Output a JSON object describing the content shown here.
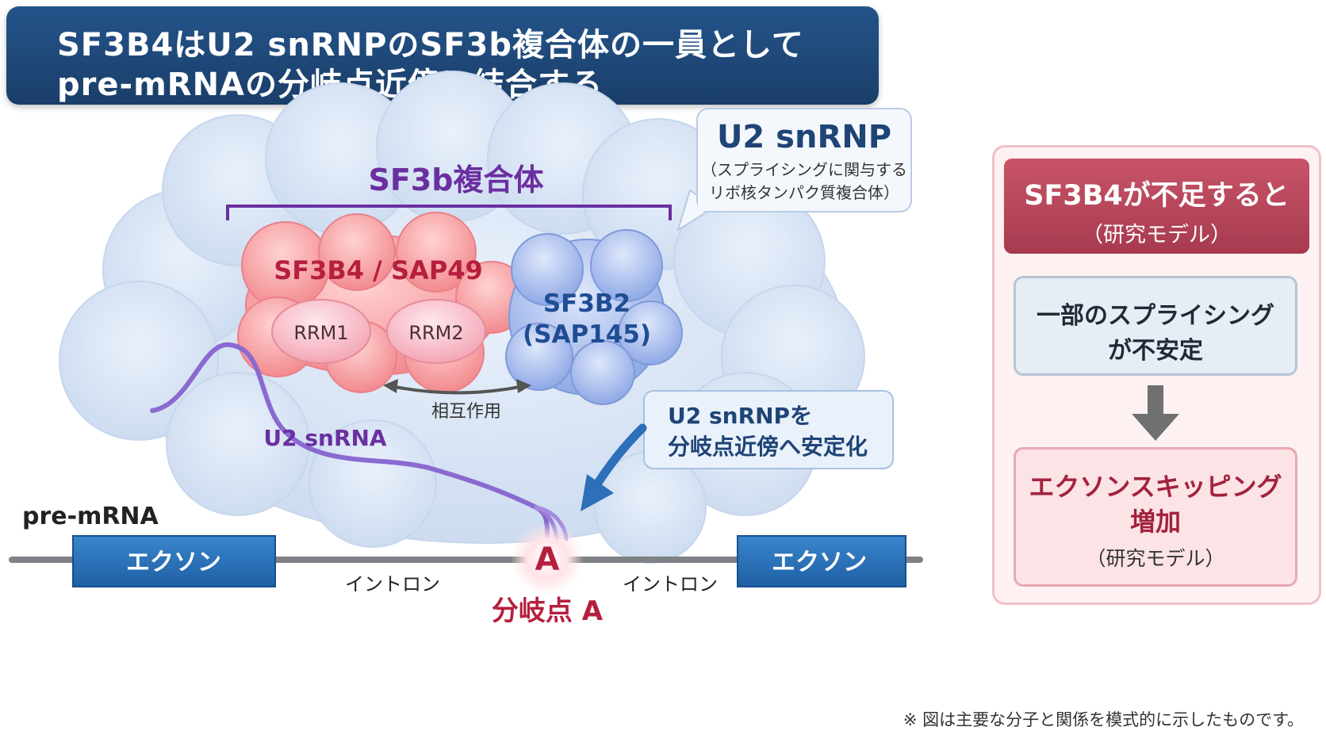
{
  "title": {
    "line1": "SF3B4はU2 snRNPのSF3b複合体の一員として",
    "line2": "pre-mRNAの分岐点近傍に結合する"
  },
  "diagram": {
    "u2_callout": {
      "title": "U2 snRNP",
      "sub1": "（スプライシングに関与する",
      "sub2": "リボ核タンパク質複合体）"
    },
    "sf3b_label": "SF3b複合体",
    "sf3b4": {
      "label": "SF3B4 / SAP49",
      "rrm1": "RRM1",
      "rrm2": "RRM2"
    },
    "sf3b2": {
      "line1": "SF3B2",
      "line2": "(SAP145)"
    },
    "interaction_label": "相互作用",
    "u2_snrna_label": "U2 snRNA",
    "stabilize_callout": {
      "line1": "U2 snRNPを",
      "line2": "分岐点近傍へ安定化"
    },
    "pre_mrna_label": "pre-mRNA",
    "exon_left": "エクソン",
    "exon_right": "エクソン",
    "intron_left": "イントロン",
    "intron_right": "イントロン",
    "branch_point_letter": "A",
    "branch_point_label": "分岐点 A"
  },
  "side_panel": {
    "header_line1": "SF3B4が不足すると",
    "header_line2": "（研究モデル）",
    "box1_line1": "一部のスプライシング",
    "box1_line2": "が不安定",
    "box2_line1": "エクソンスキッピング",
    "box2_line2": "増加",
    "box2_line3": "（研究モデル）"
  },
  "footnote": "※ 図は主要な分子と関係を模式的に示したものです。",
  "colors": {
    "title_bg": "#1f4776",
    "sf3b_purple": "#6a2fa0",
    "sf3b4_red": "#b51f3d",
    "sf3b2_blue": "#1f4d94",
    "panel_header": "#b6465c"
  }
}
